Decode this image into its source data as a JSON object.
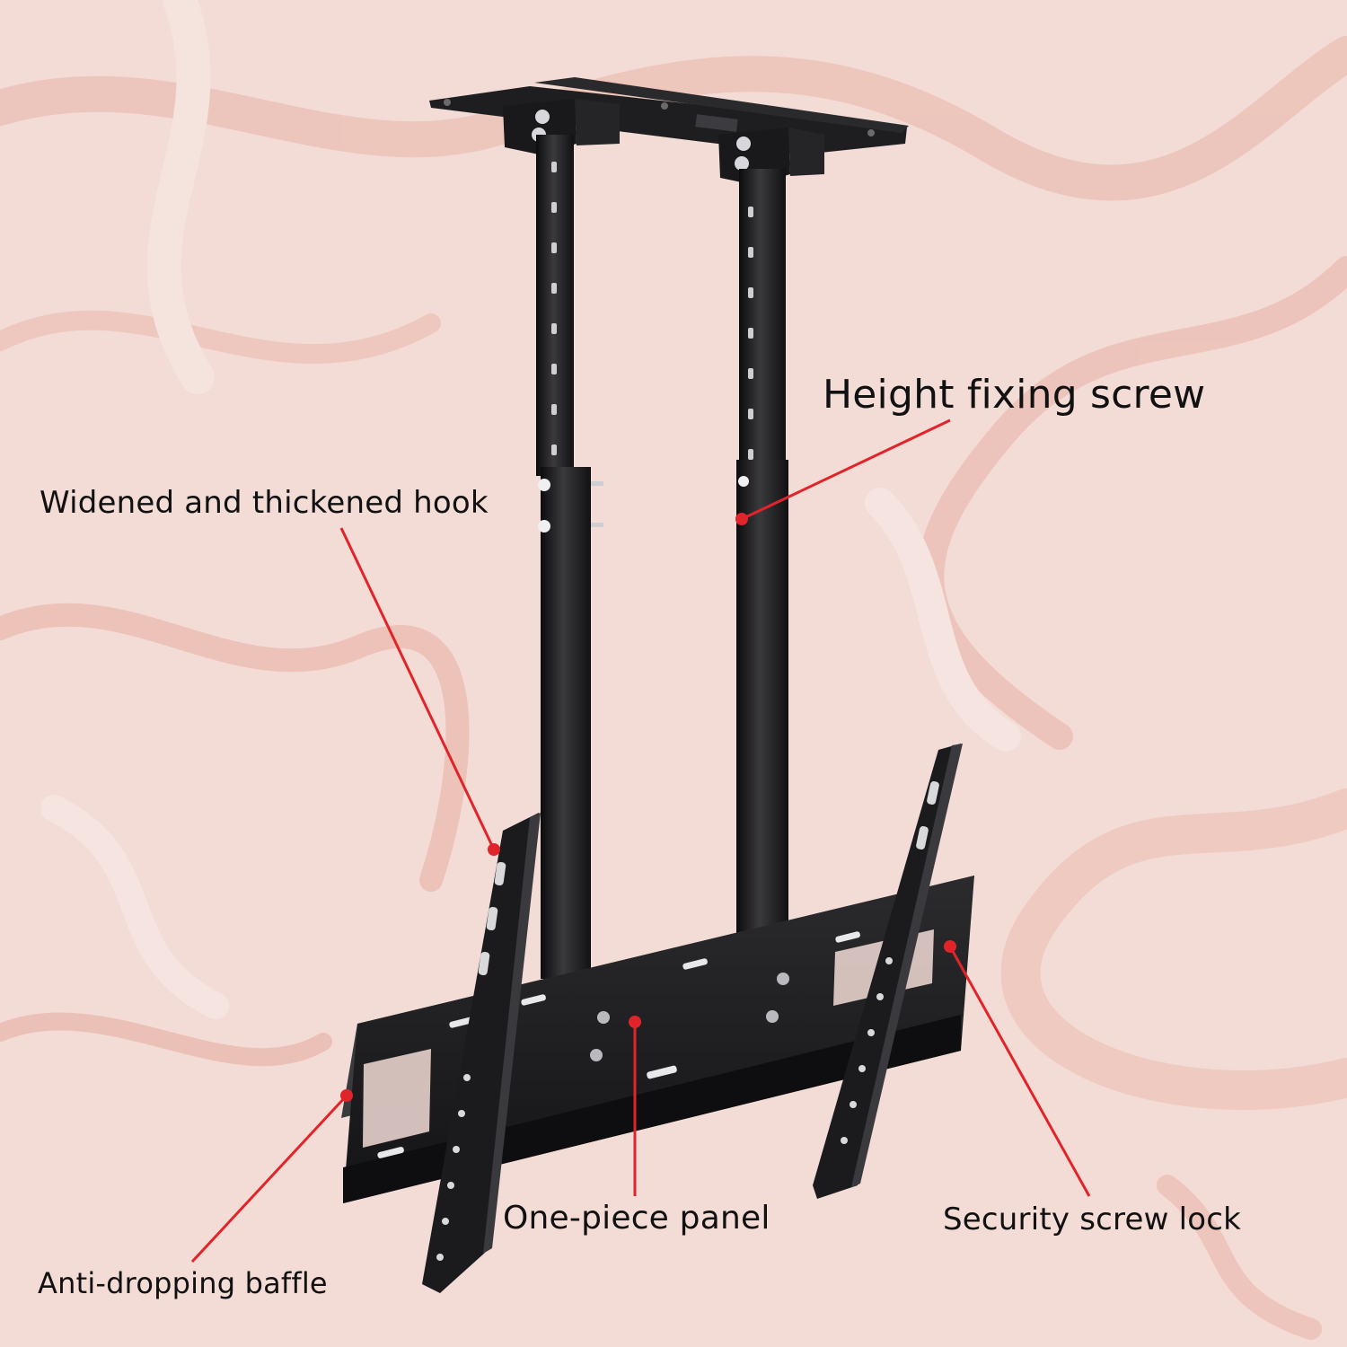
{
  "labels": {
    "height_fixing_screw": "Height fixing screw",
    "widened_hook": "Widened and thickened hook",
    "security_screw_lock": "Security screw lock",
    "one_piece_panel": "One-piece panel",
    "anti_dropping_baffle": "Anti-dropping baffle"
  },
  "colors": {
    "background": "#f3dcd6",
    "marble_vein": "#e6a99c",
    "metal": "#1c1c1e",
    "callout": "#e0242a"
  }
}
